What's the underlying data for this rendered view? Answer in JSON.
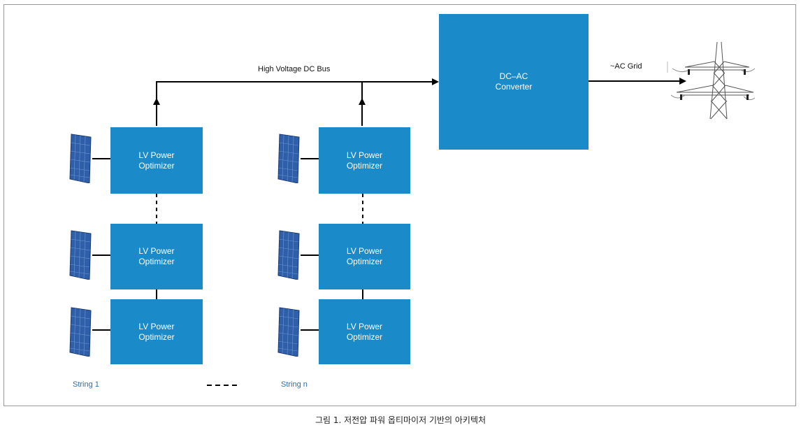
{
  "optimizers": [
    {
      "line1": "LV Power",
      "line2": "Optimizer"
    },
    {
      "line1": "LV Power",
      "line2": "Optimizer"
    },
    {
      "line1": "LV Power",
      "line2": "Optimizer"
    },
    {
      "line1": "LV Power",
      "line2": "Optimizer"
    },
    {
      "line1": "LV Power",
      "line2": "Optimizer"
    },
    {
      "line1": "LV Power",
      "line2": "Optimizer"
    }
  ],
  "converter": {
    "line1": "DC–AC",
    "line2": "Converter"
  },
  "bus_label": "High Voltage DC Bus",
  "grid_label": "~AC Grid",
  "strings": {
    "first": "String 1",
    "last": "String n"
  },
  "caption": "그림 1. 저전압 파워 옵티마이저 기반의 아키텍처",
  "colors": {
    "box": "#1b8ac8",
    "panel": "#2f5fa8",
    "string_label": "#2a6db0"
  },
  "icons": [
    "solar-panel-icon",
    "transmission-tower-icon"
  ]
}
